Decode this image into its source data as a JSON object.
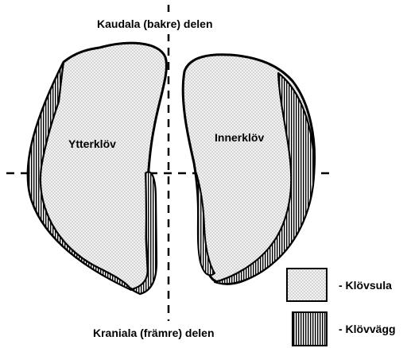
{
  "labels": {
    "top": "Kaudala (bakre) delen",
    "bottom": "Kraniala (främre) delen",
    "left_claw": "Ytterklöv",
    "right_claw": "Innerklöv"
  },
  "legend": {
    "sole": "- Klövsula",
    "wall": "- Klövvägg"
  },
  "colors": {
    "stroke": "#000000",
    "background": "#ffffff",
    "sole_fill": "#f2f2f2",
    "sole_dots": "#6e6e6e",
    "wall_fill": "#ffffff",
    "wall_hatch": "#000000"
  }
}
